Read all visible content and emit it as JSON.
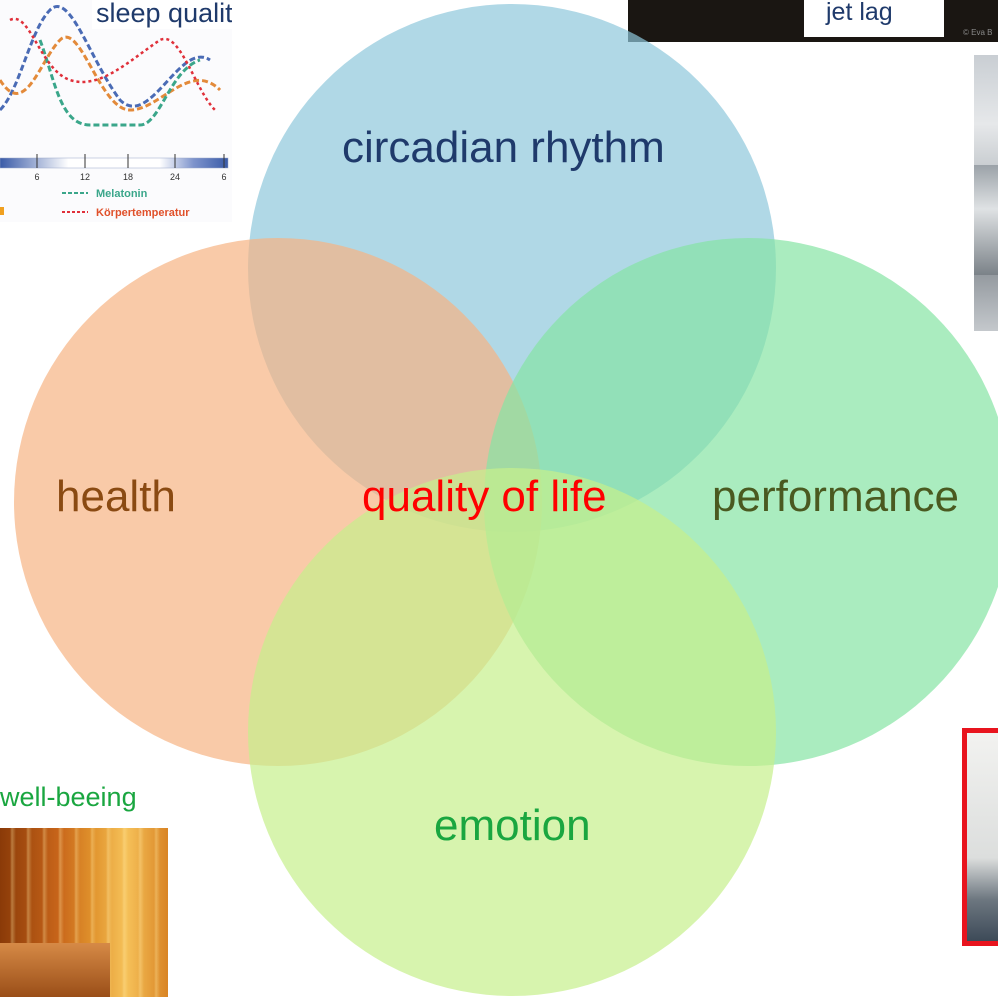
{
  "corner_images": {
    "top_left": {
      "caption": "sleep quality",
      "x_ticks": [
        "6",
        "12",
        "18",
        "24",
        "6"
      ],
      "legend": [
        "Melatonin",
        "Körpertemperatur"
      ],
      "legend_colors": [
        "#3aa68a",
        "#e0303a"
      ]
    },
    "top_right": {
      "caption": "jet lag",
      "watermark": "© Eva B"
    },
    "bottom_left": {
      "caption": "well-beeing"
    }
  },
  "venn": {
    "center_label": "quality of life",
    "center_color": "#ff0000",
    "circles": [
      {
        "label": "circadian rhythm",
        "fill": "#8ec8dc",
        "text_color": "#1f3a6b"
      },
      {
        "label": "health",
        "fill": "#f7b483",
        "text_color": "#8a4a12"
      },
      {
        "label": "performance",
        "fill": "#86e4a4",
        "text_color": "#4a5a20"
      },
      {
        "label": "emotion",
        "fill": "#c6f08c",
        "text_color": "#1aa640"
      }
    ]
  },
  "colors": {
    "caption_blue": "#1f3a6b",
    "caption_green": "#1aa640",
    "frame_red": "#e8141e"
  }
}
